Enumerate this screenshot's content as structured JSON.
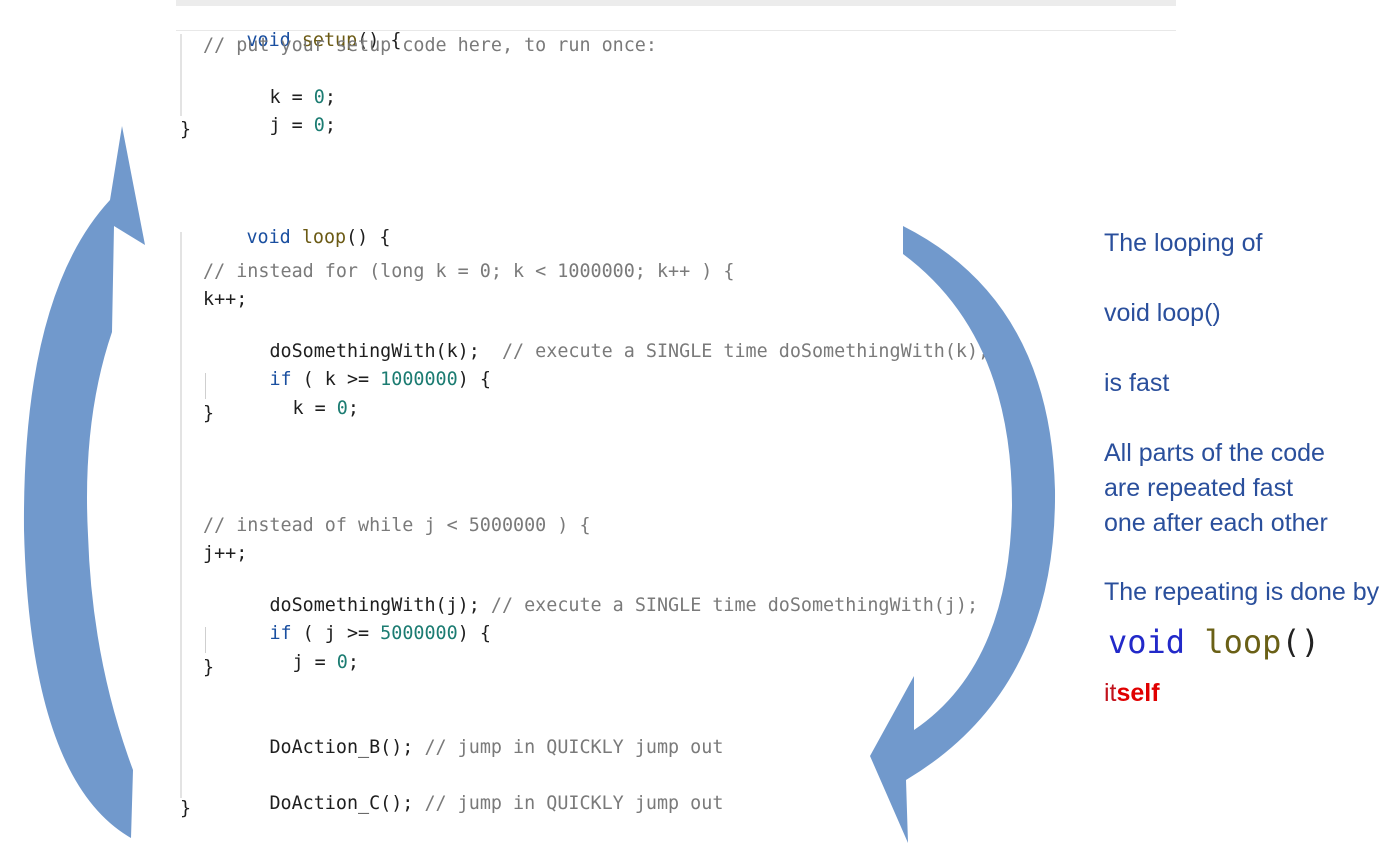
{
  "code": {
    "setup_lines": [
      [
        "void",
        " ",
        "setup",
        "() {"
      ],
      [
        "  // put your setup code here, to run once:"
      ],
      [
        "  k = ",
        "0",
        ";"
      ],
      [
        "  j = ",
        "0",
        ";"
      ],
      [
        "}"
      ]
    ],
    "setup": {
      "kw_void": "void",
      "fn_name": "setup",
      "sig_rest": "() {",
      "comment": "// put your setup code here, to run once:",
      "k_assign": "k = ",
      "j_assign": "j = ",
      "zero": "0",
      "semicolon": ";",
      "close": "}"
    },
    "loop": {
      "kw_void": "void",
      "fn_name": "loop",
      "sig_rest": "() {",
      "comment_for": "// instead for (long k = 0; k < 1000000; k++ ) {",
      "k_inc": "k++;",
      "do_k": "doSomethingWith(k);",
      "do_k_comment": "// execute a SINGLE time doSomethingWith(k);",
      "if_kw": "if",
      "if_k_mid": " ( k >= ",
      "k_limit": "1000000",
      "if_tail": ") {",
      "k_reset": "k = ",
      "zero": "0",
      "semicolon": ";",
      "close_inner": "}",
      "comment_while": "// instead of while j < 5000000 ) {",
      "j_inc": "j++;",
      "do_j": "doSomethingWith(j);",
      "do_j_comment": "// execute a SINGLE time doSomethingWith(j);",
      "if_j_mid": " ( j >= ",
      "j_limit": "5000000",
      "j_reset": "j = ",
      "action_b": "DoAction_B();",
      "action_b_comment": "// jump in QUICKLY jump out",
      "action_c": "DoAction_C();",
      "action_c_comment": "// jump in QUICKLY jump out",
      "close": "}"
    }
  },
  "explanation": {
    "line1": "The looping of",
    "line2": "void loop()",
    "line3": "is fast",
    "line4": "All parts of the code",
    "line5": "are repeated fast",
    "line6": "one after each other",
    "line7": "The repeating is done by",
    "code_kw": "void",
    "code_fn": "loop",
    "code_paren": "()",
    "itself_a": "it",
    "itself_b": "self"
  },
  "colors": {
    "arrow_fill": "#7199cc",
    "keyword": "#1a4fa0",
    "function": "#6b5a14",
    "number": "#1c7c72",
    "comment": "#7a7a7a",
    "explanation_text": "#2a4f9c",
    "self_red": "#e00000"
  }
}
